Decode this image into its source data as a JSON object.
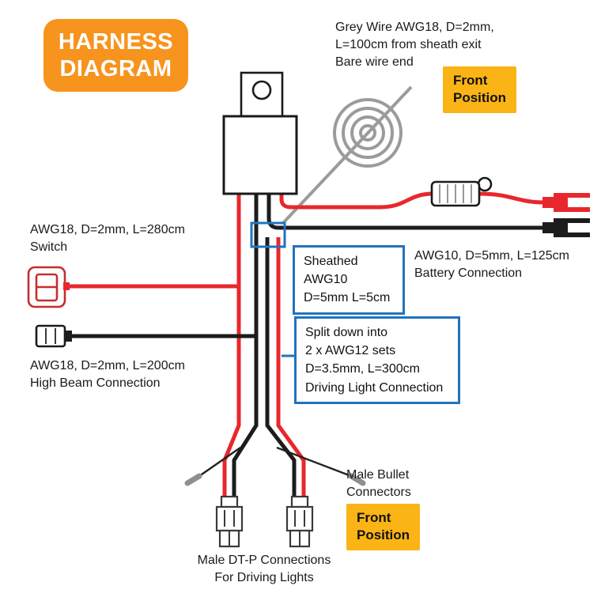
{
  "colors": {
    "badge_orange": "#F7941E",
    "label_yellow": "#FBB415",
    "callout_blue": "#2173BC",
    "wire_red": "#E8272C",
    "wire_black": "#1C1C1C",
    "wire_grey": "#9B9B9B"
  },
  "badge": {
    "line1": "HARNESS",
    "line2": "DIAGRAM"
  },
  "notes": {
    "grey_wire": {
      "line1": "Grey Wire AWG18, D=2mm,",
      "line2": "L=100cm from sheath exit",
      "line3": "Bare wire end"
    },
    "switch": {
      "line1": "AWG18, D=2mm, L=280cm",
      "line2": "Switch"
    },
    "battery": {
      "line1": "AWG10, D=5mm, L=125cm",
      "line2": "Battery Connection"
    },
    "high_beam": {
      "line1": "AWG18, D=2mm, L=200cm",
      "line2": "High Beam Connection"
    },
    "bullet": {
      "line1": "Male Bullet",
      "line2": "Connectors"
    },
    "dtp": {
      "line1": "Male DT-P Connections",
      "line2": "For Driving Lights"
    }
  },
  "callouts": {
    "sheathed": {
      "line1": "Sheathed",
      "line2": "AWG10",
      "line3": "D=5mm L=5cm"
    },
    "split": {
      "line1": "Split down into",
      "line2": "2 x AWG12 sets",
      "line3": "D=3.5mm, L=300cm",
      "line4": "Driving Light Connection"
    }
  },
  "tags": {
    "front_top": {
      "line1": "Front",
      "line2": "Position"
    },
    "front_bottom": {
      "line1": "Front",
      "line2": "Position"
    }
  },
  "components": {
    "relay": "relay-box",
    "coiled_bare_wire": "wire-coil",
    "fuse_holder": "inline-fuse",
    "battery_terminals": "fork-terminals",
    "switch": "rocker-switch",
    "high_beam_connector": "plug-connector",
    "dtp_connectors": "dt-p-connectors",
    "bullet_connectors": "bullet-terminals"
  }
}
